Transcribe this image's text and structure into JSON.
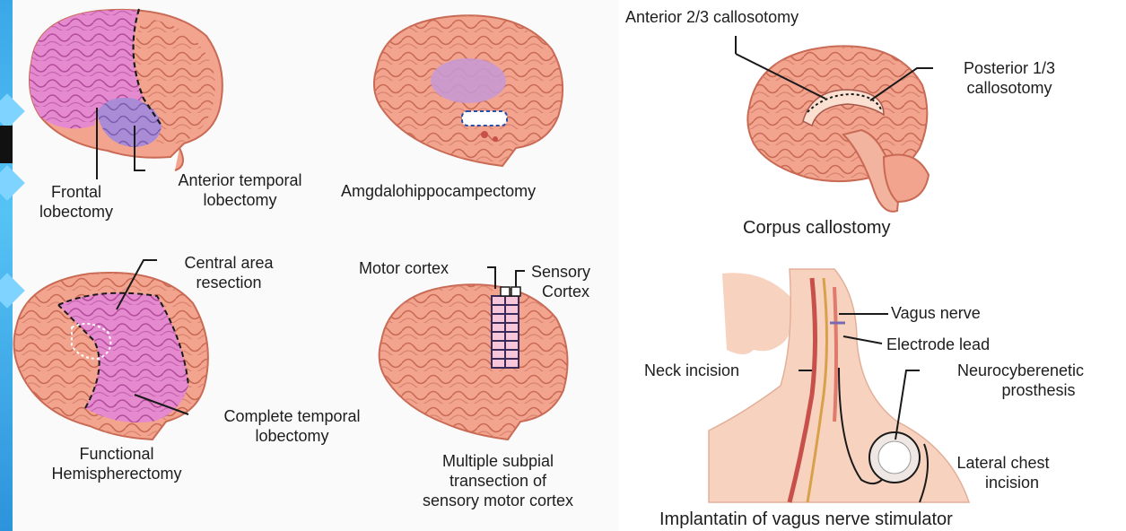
{
  "labels": {
    "frontal_lobectomy": [
      "Frontal",
      "lobectomy"
    ],
    "anterior_temporal_lobectomy": [
      "Anterior temporal",
      "lobectomy"
    ],
    "amygdalohippocampectomy": "Amgdalohippocampectomy",
    "central_area_resection": [
      "Central area",
      "resection"
    ],
    "motor_cortex": "Motor cortex",
    "sensory_cortex": [
      "Sensory",
      "Cortex"
    ],
    "complete_temporal_lobectomy": [
      "Complete temporal",
      "lobectomy"
    ],
    "functional_hemispherectomy": [
      "Functional",
      "Hemispherectomy"
    ],
    "multiple_subpial_transection": [
      "Multiple subpial",
      "transection of",
      "sensory motor cortex"
    ],
    "anterior_callosotomy": "Anterior 2/3 callosotomy",
    "posterior_callosotomy": [
      "Posterior 1/3",
      "callosotomy"
    ],
    "corpus_callostomy": "Corpus callostomy",
    "vagus_nerve": "Vagus nerve",
    "electrode_lead": "Electrode lead",
    "neck_incision": "Neck incision",
    "neurocyberenetic_prosthesis": [
      "Neurocyberenetic",
      "prosthesis"
    ],
    "lateral_chest_incision": [
      "Lateral chest",
      "incision"
    ],
    "vagus_stimulator": "Implantatin of vagus nerve stimulator"
  },
  "colors": {
    "brain": "#f2a48e",
    "brain_outline": "#c96a55",
    "resection_pink": "#e68ad0",
    "temporal_purple": "#a98bd6",
    "skin": "#f7d2bf",
    "nerve_red": "#c8504a",
    "accent_blue": "#3aa7e8"
  }
}
